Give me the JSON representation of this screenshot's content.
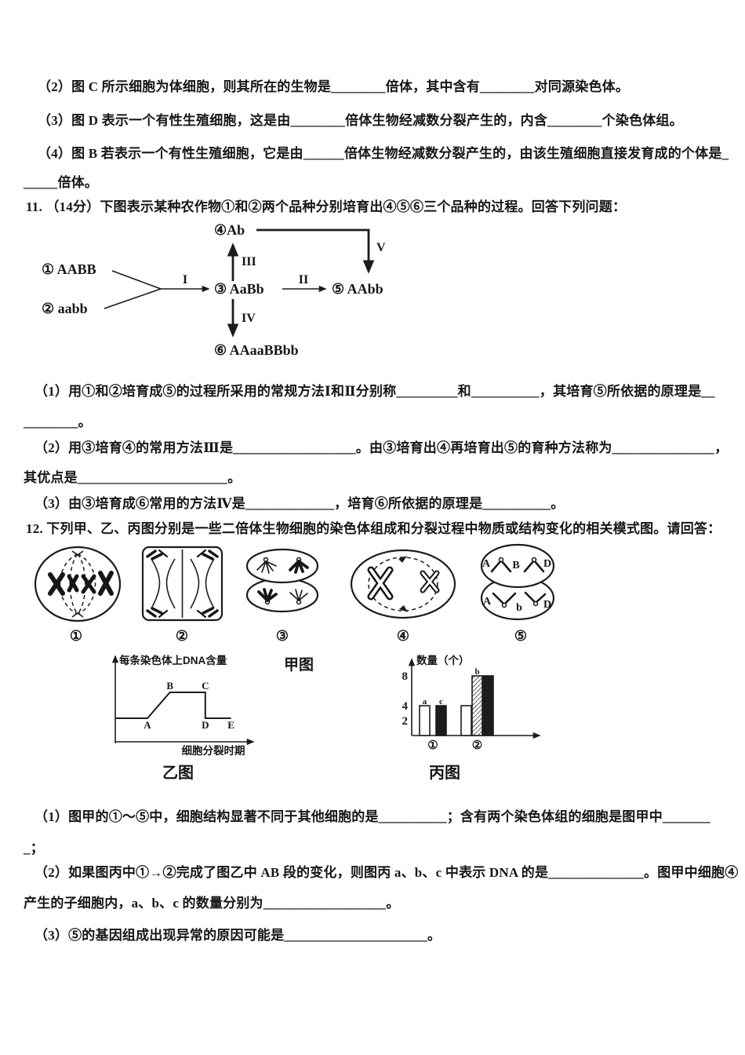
{
  "doc": {
    "prev": {
      "line2": "（2）图 C 所示细胞为体细胞，则其所在的生物是________倍体，其中含有________对同源染色体。",
      "line3": "（3）图 D 表示一个有性生殖细胞，这是由________倍体生物经减数分裂产生的，内含________个染色体组。",
      "line4a": "（4）图 B 若表示一个有性生殖细胞，它是由______倍体生物经减数分裂产生的，由该生殖细胞直接发育成的个体是_",
      "line4b": "_____倍体。"
    },
    "q11": {
      "stem": "11. （14分）下图表示某种农作物①和②两个品种分别培育出④⑤⑥三个品种的过程。回答下列问题：",
      "diagram": {
        "n1": "① AABB",
        "n2": "② aabb",
        "n3": "③ AaBb",
        "n4": "④Ab",
        "n5": "⑤ AAbb",
        "n6": "⑥ AAaaBBbb",
        "r1": "I",
        "r2": "II",
        "r3": "III",
        "r4": "IV",
        "r5": "V"
      },
      "sub1a": "（1）用①和②培育成⑤的过程所采用的常规方法Ⅰ和Ⅱ分别称_________和__________，其培育⑤所依据的原理是__",
      "sub1b": "________。",
      "sub2a": "（2）用③培育④的常用方法Ⅲ是__________________。由③培育出④再培育出⑤的育种方法称为_______________，",
      "sub2b": "其优点是______________________。",
      "sub3": "（3）由③培育成⑥常用的方法Ⅳ是_____________，培育⑥所依据的原理是__________。"
    },
    "q12": {
      "stem": "12.  下列甲、乙、丙图分别是一些二倍体生物细胞的染色体组成和分裂过程中物质或结构变化的相关模式图。请回答：",
      "cell_labels": {
        "c1": "①",
        "c2": "②",
        "c3": "③",
        "c4": "④",
        "c5": "⑤"
      },
      "cell5_top": [
        "A",
        "B",
        "D"
      ],
      "cell5_bottom": [
        "A",
        "b",
        "D"
      ],
      "fig_jia": "甲图",
      "fig_yi": "乙图",
      "fig_bing": "丙图",
      "sub1a": "（1）图甲的①～⑤中，细胞结构显著不同于其他细胞的是__________；含有两个染色体组的细胞是图甲中_______",
      "sub1b": "_；",
      "sub2a": "（2）如果图丙中①→②完成了图乙中 AB 段的变化，则图丙 a、b、c 中表示 DNA 的是______________。图甲中细胞④",
      "sub2b": "产生的子细胞内，a、b、c 的数量分别为__________________。",
      "sub3": "（3）⑤的基因组成出现异常的原因可能是_____________________。"
    }
  },
  "chart_data": [
    {
      "type": "line",
      "figure": "乙图",
      "ylabel": "每条染色体上DNA含量",
      "xlabel": "细胞分裂时期",
      "points": [
        {
          "x": 0,
          "y": 1
        },
        {
          "x": 1,
          "y": 1,
          "label": "A"
        },
        {
          "x": 1.7,
          "y": 2,
          "label": "B"
        },
        {
          "x": 2.8,
          "y": 2,
          "label": "C"
        },
        {
          "x": 2.8,
          "y": 1,
          "label": "D"
        },
        {
          "x": 3.6,
          "y": 1,
          "label": "E"
        }
      ],
      "ylim": [
        0,
        2.5
      ],
      "grid": false,
      "description": "每条染色体上DNA含量：A点前为1，A→B升至2，B→C保持2，C→D降至1，D→E保持1"
    },
    {
      "type": "bar",
      "figure": "丙图",
      "ylabel": "数量（个）",
      "yticks": [
        2,
        4,
        8
      ],
      "categories": [
        "①",
        "②"
      ],
      "series": [
        {
          "name": "a",
          "fill": "white",
          "values": [
            4,
            4
          ],
          "label_at": "①"
        },
        {
          "name": "b",
          "fill": "hatched",
          "values": [
            null,
            8
          ],
          "label_at": "②"
        },
        {
          "name": "c",
          "fill": "black",
          "values": [
            4,
            8
          ],
          "label_at": "①"
        }
      ],
      "ylim": [
        0,
        9
      ],
      "legend": "none"
    }
  ]
}
